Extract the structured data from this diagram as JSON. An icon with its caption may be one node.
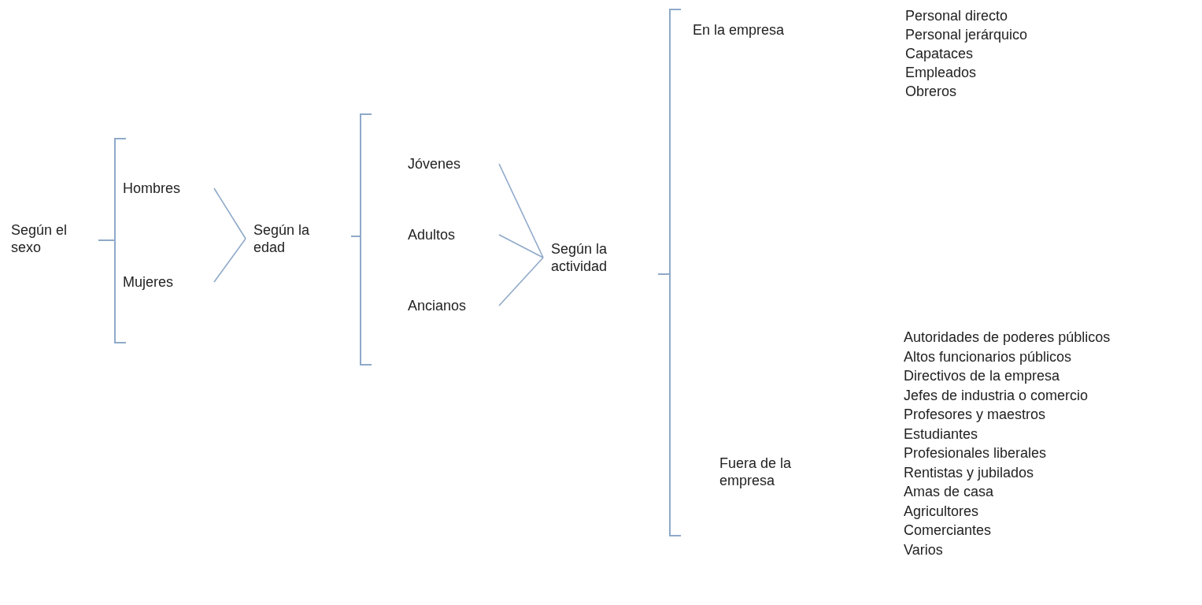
{
  "diagram": {
    "nodes": [
      {
        "text": [
          "Según el sexo"
        ]
      },
      {
        "text": [
          "Hombres"
        ]
      },
      {
        "text": [
          "Mujeres"
        ]
      },
      {
        "text": [
          "Según la edad"
        ]
      },
      {
        "text": [
          "Jóvenes"
        ]
      },
      {
        "text": [
          "Adultos"
        ]
      },
      {
        "text": [
          "Ancianos"
        ]
      },
      {
        "text": [
          "Según la actividad"
        ]
      },
      {
        "text": [
          "En la empresa"
        ]
      },
      {
        "text": [
          "Fuera de la empresa"
        ]
      }
    ],
    "edges": [
      {
        "from": 1,
        "to": 3,
        "arrow": "none"
      },
      {
        "from": 2,
        "to": 3,
        "arrow": "none"
      },
      {
        "from": 4,
        "to": 7,
        "arrow": "none"
      },
      {
        "from": 5,
        "to": 7,
        "arrow": "none"
      },
      {
        "from": 6,
        "to": 7,
        "arrow": "none"
      }
    ],
    "labels": [
      "Personal directo",
      "Personal jerárquico",
      "Capataces",
      "Empleados",
      "Obreros",
      "Autoridades de poderes públicos",
      "Altos funcionarios públicos",
      "Directivos de la empresa",
      "Jefes de industria o comercio",
      "Profesores y maestros",
      "Estudiantes",
      "Profesionales liberales",
      "Rentistas y jubilados",
      "Amas de casa",
      "Agricultores",
      "Comerciantes",
      "Varios"
    ]
  }
}
